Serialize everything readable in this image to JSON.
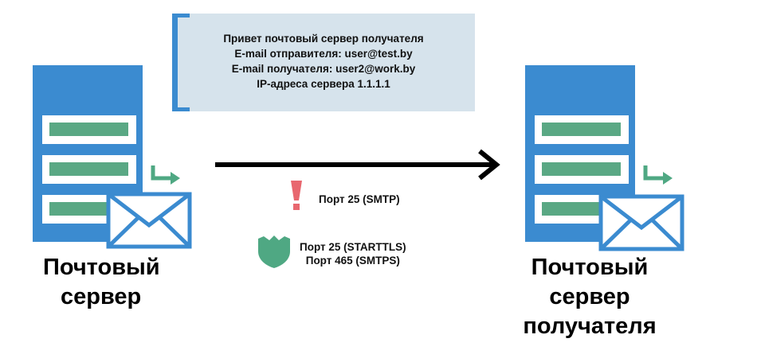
{
  "message": {
    "lines": [
      "Привет почтовый сервер получателя",
      "E-mail отправителя: user@test.by",
      "E-mail получателя: user2@work.by",
      "IP-адреса сервера 1.1.1.1"
    ]
  },
  "sender": {
    "label_line1": "Почтовый",
    "label_line2": "сервер"
  },
  "recipient": {
    "label_line1": "Почтовый",
    "label_line2": "сервер",
    "label_line3": "получателя"
  },
  "ports": {
    "insecure": {
      "icon": "exclamation-icon",
      "text": "Порт 25 (SMTP)"
    },
    "secure": {
      "icon": "shield-icon",
      "line1": "Порт 25 (STARTTLS)",
      "line2": "Порт 465 (SMTPS)"
    }
  },
  "colors": {
    "server_blue": "#3b8bd0",
    "slot_green": "#5aa884",
    "box_bg": "#d6e3ec",
    "warning_red": "#e8676f",
    "shield_green": "#4fa883"
  }
}
